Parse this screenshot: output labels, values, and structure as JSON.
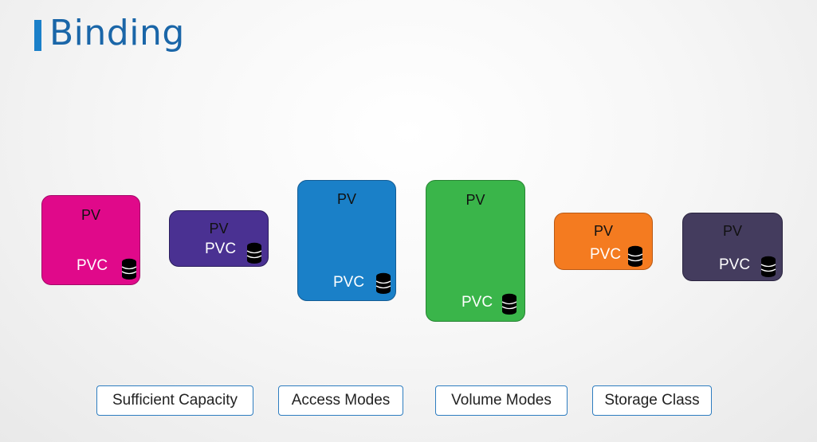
{
  "slide": {
    "title": "Binding"
  },
  "pairs": [
    {
      "pv": "PV",
      "pvc": "PVC",
      "color": "#e0098a",
      "border": "#a30868",
      "icon": "database-icon"
    },
    {
      "pv": "PV",
      "pvc": "PVC",
      "color": "#4a3192",
      "border": "#2b1f5e",
      "icon": "database-icon"
    },
    {
      "pv": "PV",
      "pvc": "PVC",
      "color": "#1a80c8",
      "border": "#145c94",
      "icon": "database-icon"
    },
    {
      "pv": "PV",
      "pvc": "PVC",
      "color": "#3ab54a",
      "border": "#278533",
      "icon": "database-icon"
    },
    {
      "pv": "PV",
      "pvc": "PVC",
      "color": "#f47b20",
      "border": "#b95a16",
      "icon": "database-icon"
    },
    {
      "pv": "PV",
      "pvc": "PVC",
      "color": "#443c5e",
      "border": "#2b2540",
      "icon": "database-icon"
    }
  ],
  "criteria": [
    "Sufficient Capacity",
    "Access Modes",
    "Volume Modes",
    "Storage Class"
  ]
}
